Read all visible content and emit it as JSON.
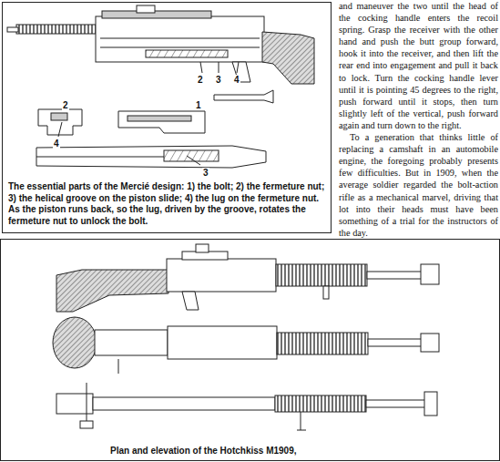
{
  "diagram": {
    "nodes": [
      {
        "text": [
          "The essential parts of the Mercié design: 1) the bolt; 2) the fermeture nut; 3) the helical groove on the piston slide; 4) the lug on the fermeture nut. As the piston runs back, so the lug, driven by the groove, rotates the fermeture nut to unlock the bolt."
        ]
      },
      {
        "text": [
          "Plan and elevation of the Hotchkiss M1909,"
        ]
      }
    ],
    "labels": [
      "and maneuver the two until the head of the cocking handle enters the recoil spring. Grasp the receiver with the other hand and push the butt group forward, hook it into the receiver, and then lift the rear end into engagement and pull it back to lock. Turn the cocking handle lever until it is pointing 45 degrees to the right, push forward until it stops, then turn slightly left of the vertical, push forward again and turn down to the right.",
      "To a generation that thinks little of replacing a camshaft in an automobile engine, the foregoing probably presents few difficulties. But in 1909, when the average soldier regarded the bolt-action rifle as a mechanical marvel, driving that lot into their heads must have been something of a trial for the instructors of the day.",
      "2",
      "3",
      "4",
      "2",
      "1",
      "4",
      "3"
    ]
  }
}
